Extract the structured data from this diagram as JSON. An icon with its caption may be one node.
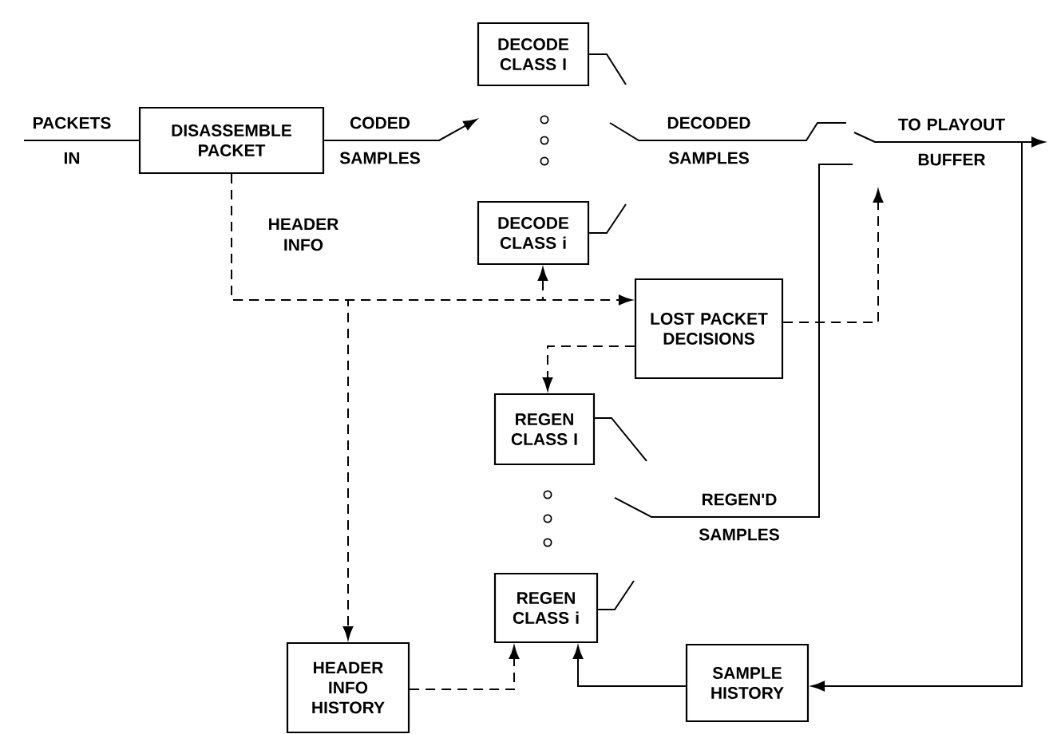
{
  "diagram": {
    "nodes": [
      {
        "text": [
          "DISASSEMBLE PACKET"
        ]
      },
      {
        "text": [
          "DECODE CLASS I"
        ]
      },
      {
        "text": [
          "DECODE CLASS i"
        ]
      },
      {
        "text": [
          "LOST PACKET DECISIONS"
        ]
      },
      {
        "text": [
          "REGEN CLASS I"
        ]
      },
      {
        "text": [
          "REGEN CLASS i"
        ]
      },
      {
        "text": [
          "HEADER INFO HISTORY"
        ]
      },
      {
        "text": [
          "SAMPLE HISTORY"
        ]
      }
    ],
    "edges": [
      {
        "from": null,
        "to": 0,
        "arrow": "none",
        "label": "PACKETS IN"
      },
      {
        "from": 0,
        "to": null,
        "arrow": "to",
        "label": "CODED SAMPLES"
      },
      {
        "from": 1,
        "to": null,
        "arrow": "none"
      },
      {
        "from": 2,
        "to": null,
        "arrow": "none"
      },
      {
        "from": 0,
        "to": 2,
        "arrow": "to",
        "style": "dashed"
      },
      {
        "from": 0,
        "to": 3,
        "arrow": "to",
        "style": "dashed",
        "label": "HEADER INFO"
      },
      {
        "from": 0,
        "to": 6,
        "arrow": "to",
        "style": "dashed"
      },
      {
        "from": 3,
        "to": 4,
        "arrow": "to",
        "style": "dashed"
      },
      {
        "from": 3,
        "to": null,
        "arrow": "to",
        "style": "dashed"
      },
      {
        "from": 4,
        "to": null,
        "arrow": "none"
      },
      {
        "from": 5,
        "to": null,
        "arrow": "none"
      },
      {
        "from": null,
        "to": 7,
        "arrow": "to"
      },
      {
        "from": 7,
        "to": 5,
        "arrow": "to"
      },
      {
        "from": 6,
        "to": 5,
        "arrow": "to",
        "style": "dashed"
      }
    ],
    "labels": [
      "DECODED SAMPLES",
      "TO PLAYOUT BUFFER",
      "REGEN'D SAMPLES"
    ]
  }
}
